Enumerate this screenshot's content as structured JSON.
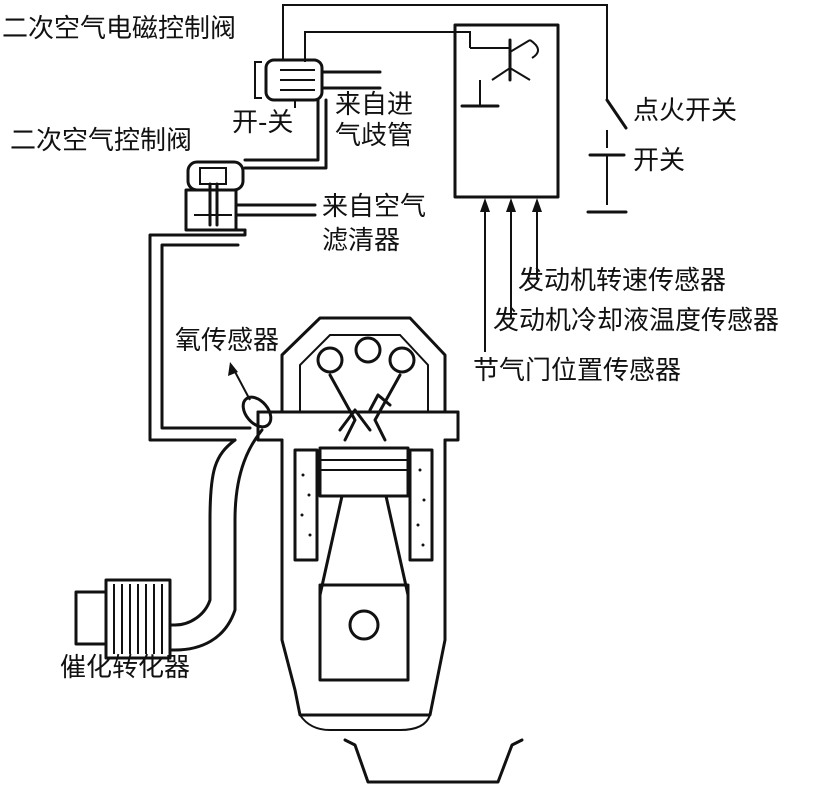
{
  "labels": {
    "secondary_air_solenoid_valve": "二次空气电磁控制阀",
    "on_off": "开-关",
    "from_intake_manifold_1": "来自进",
    "from_intake_manifold_2": "气歧管",
    "secondary_air_control_valve": "二次空气控制阀",
    "from_air_filter_1": "来自空气",
    "from_air_filter_2": "滤清器",
    "ignition_switch": "点火开关",
    "switch": "开关",
    "engine_speed_sensor": "发动机转速传感器",
    "coolant_temp_sensor": "发动机冷却液温度传感器",
    "throttle_position_sensor": "节气门位置传感器",
    "oxygen_sensor": "氧传感器",
    "catalytic_converter": "催化转化器"
  }
}
